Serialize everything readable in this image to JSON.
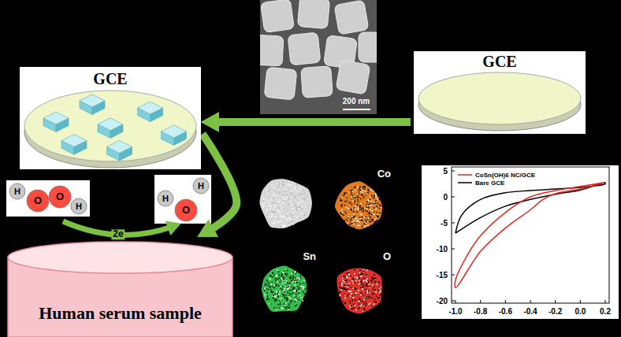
{
  "diagram": {
    "nodes": [
      {
        "text": [
          "GCE"
        ]
      },
      {
        "text": [
          "GCE"
        ]
      },
      {
        "text": [
          "Co"
        ]
      },
      {
        "text": [
          "Sn"
        ]
      },
      {
        "text": [
          "O"
        ]
      },
      {
        "text": [
          "Human serum sample"
        ]
      }
    ],
    "edges": [
      {
        "from": 1,
        "to": 0,
        "arrow": "to"
      },
      {
        "from": 0,
        "to": 5,
        "arrow": "to"
      }
    ],
    "labels": [
      "200 nm",
      "H",
      "O",
      "O",
      "H",
      "H",
      "O",
      "H",
      "2e",
      "5",
      "0",
      "-5",
      "-10",
      "-15",
      "-20",
      "-1.0",
      "-0.8",
      "-0.6",
      "-0.4",
      "-0.2",
      "0.0",
      "0.2"
    ],
    "legend": [
      {
        "text": "CoSn(OH)6 NC/GCE"
      },
      {
        "text": "Bare GCE"
      }
    ]
  }
}
